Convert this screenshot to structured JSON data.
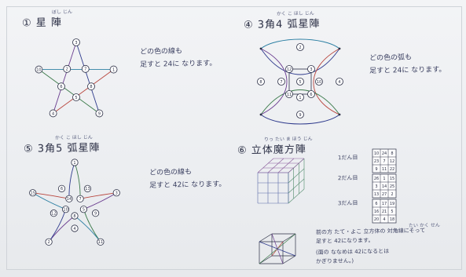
{
  "sections": [
    {
      "id": "1",
      "marker": "①",
      "title": "星 陣",
      "ruby": "ぼし じん",
      "note_lines": [
        "どの色の線も",
        "足すと 24に なります。"
      ],
      "node_labels": [
        "3",
        "1",
        "9",
        "4",
        "10",
        "7",
        "8",
        "5",
        "6",
        "2"
      ]
    },
    {
      "id": "4",
      "marker": "④",
      "title": "3角4 弧星陣",
      "ruby": "かく  こ ほし じん",
      "note_lines": [
        "どの色の弧も",
        "足すと 24に なります。"
      ],
      "node_labels": [
        "2",
        "12",
        "3",
        "7",
        "5",
        "10",
        "11",
        "6",
        "9",
        "8",
        "4",
        "1"
      ]
    },
    {
      "id": "5",
      "marker": "⑤",
      "title": "3角5 弧星陣",
      "ruby": "かく  こ ほし じん",
      "note_lines": [
        "どの色の線も",
        "足すと 42に なります。"
      ],
      "node_labels": [
        "1",
        "3",
        "11",
        "2",
        "15",
        "13",
        "9",
        "4",
        "12",
        "6",
        "7",
        "5",
        "8",
        "10",
        "14"
      ]
    },
    {
      "id": "6",
      "marker": "⑥",
      "title": "立体魔方陣",
      "ruby": "りっ たい ま ほう じん",
      "layer_labels": [
        "1だん目",
        "2だん目",
        "3だん目"
      ],
      "layers": [
        [
          [
            "10",
            "24",
            "8"
          ],
          [
            "23",
            "7",
            "12"
          ],
          [
            "9",
            "11",
            "22"
          ]
        ],
        [
          [
            "26",
            "1",
            "15"
          ],
          [
            "3",
            "14",
            "25"
          ],
          [
            "13",
            "27",
            "2"
          ]
        ],
        [
          [
            "6",
            "17",
            "19"
          ],
          [
            "16",
            "21",
            "5"
          ],
          [
            "20",
            "4",
            "18"
          ]
        ]
      ],
      "note_lines": [
        "前の方 たて・よこ 立方体の 対角線にそって",
        "足すと 42になります。",
        "(面の ななめは 42になるとは",
        "かぎりません。)"
      ],
      "note_ruby": "たい かく せん"
    }
  ]
}
